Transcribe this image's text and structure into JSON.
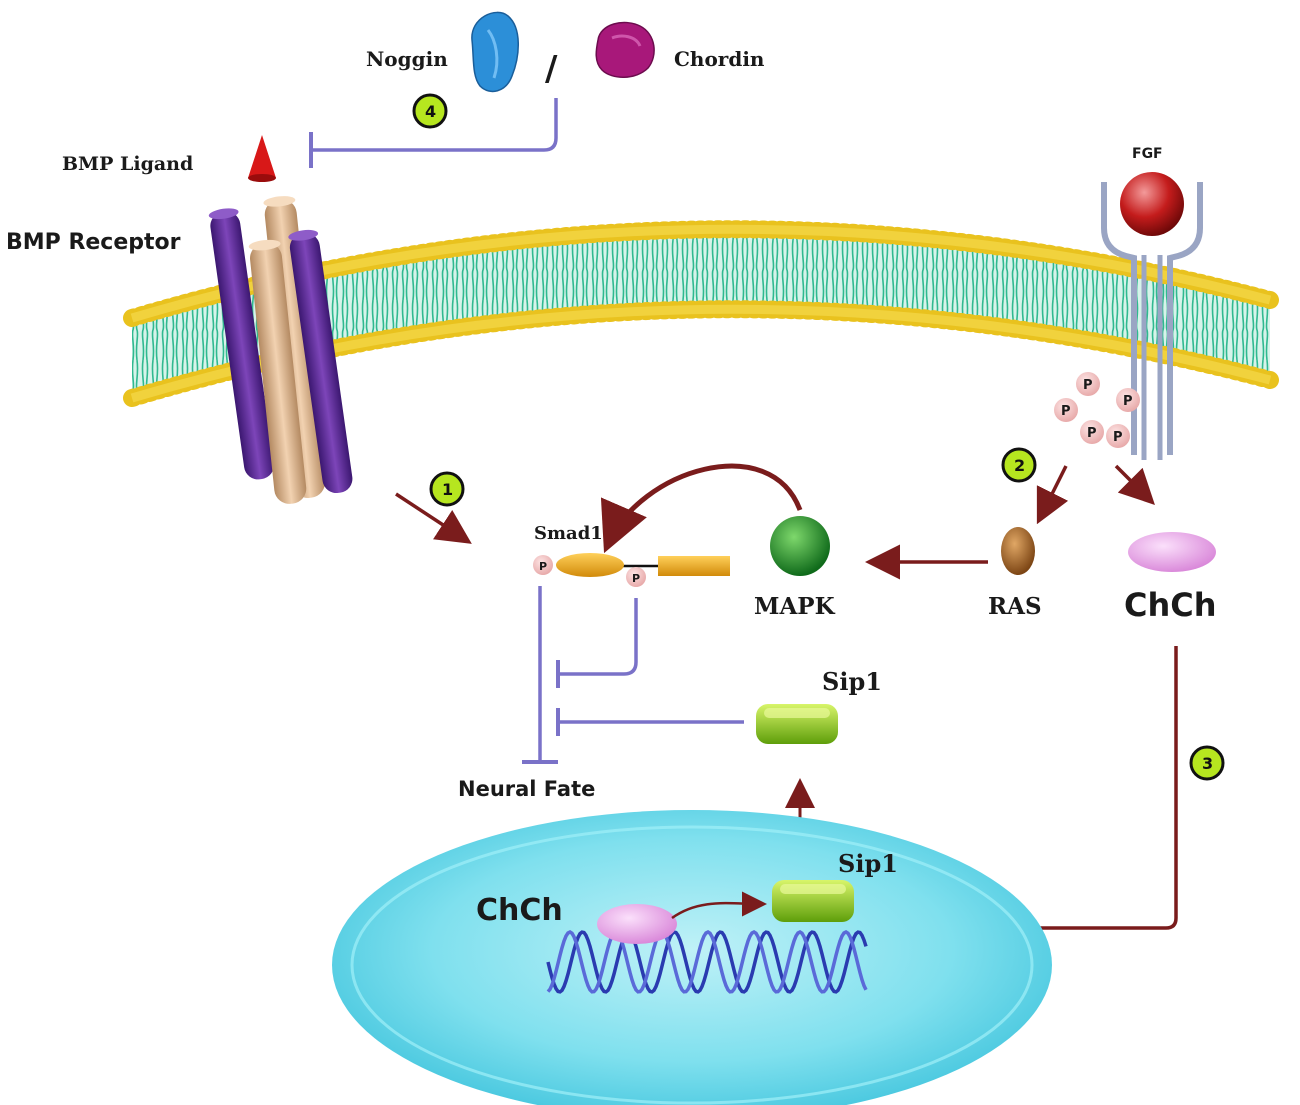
{
  "labels": {
    "noggin": "Noggin",
    "slash": "/",
    "chordin": "Chordin",
    "bmp_ligand": "BMP Ligand",
    "bmp_receptor": "BMP Receptor",
    "fgf": "FGF",
    "smad1": "Smad1",
    "mapk": "MAPK",
    "ras": "RAS",
    "chch_cyto": "ChCh",
    "sip1_cyto": "Sip1",
    "neural_fate": "Neural Fate",
    "sip1_nucleus": "Sip1",
    "chch_nucleus": "ChCh",
    "phospho": "P"
  },
  "steps": [
    "1",
    "2",
    "3",
    "4"
  ],
  "colors": {
    "inhibit_line": "#7a72c8",
    "activate_arrow": "#7a1c1c",
    "membrane_head": "#f2d23c",
    "membrane_tail": "#3cc9a6",
    "nucleus": "#6fe0ef",
    "receptor_purple": "#5b2a93",
    "receptor_tan": "#d8b38f",
    "badge_fill": "#b6e61f",
    "mapk": "#1e8c2a",
    "ras": "#a8692a",
    "chch": "#e7a2e6",
    "sip1": "#8fcc1a",
    "smad_orange": "#f0a31a",
    "noggin": "#2c8fd8",
    "chordin": "#a8187a",
    "bmp_ligand": "#d81818",
    "fgf": "#c01818",
    "dna": "#2a3bb0"
  }
}
